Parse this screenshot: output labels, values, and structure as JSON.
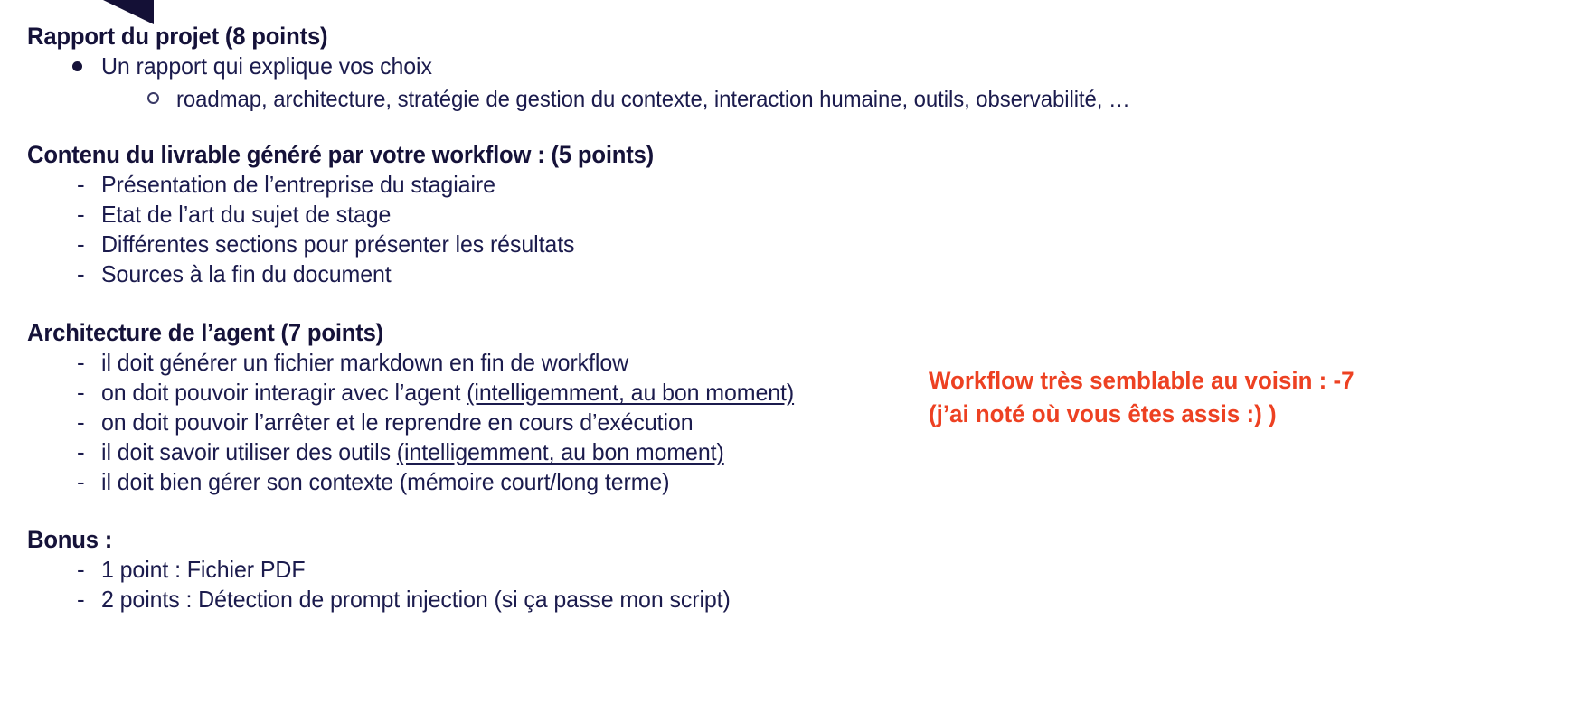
{
  "slide": {
    "background_color": "#ffffff",
    "text_color": "#151239",
    "accent_color": "#ED4122",
    "decoration": {
      "shape": "corner-triangle",
      "color": "#141036"
    }
  },
  "sections": [
    {
      "heading": "Rapport du projet  (8 points)",
      "items": [
        {
          "level": 1,
          "marker": "disc",
          "text": "Un rapport qui explique vos choix"
        },
        {
          "level": 2,
          "marker": "circle",
          "text": "roadmap, architecture, stratégie de gestion du contexte, interaction humaine, outils, observabilité, …"
        }
      ]
    },
    {
      "heading": "Contenu du livrable généré par votre workflow : (5 points)",
      "items": [
        {
          "level": 1,
          "marker": "-",
          "text": "Présentation de l’entreprise du stagiaire"
        },
        {
          "level": 1,
          "marker": "-",
          "text": "Etat de l’art du sujet de stage"
        },
        {
          "level": 1,
          "marker": "-",
          "text": "Différentes sections pour présenter les résultats"
        },
        {
          "level": 1,
          "marker": "-",
          "text": "Sources à la fin du document"
        }
      ]
    },
    {
      "heading": "Architecture de l’agent (7 points)",
      "items": [
        {
          "level": 1,
          "marker": "-",
          "text": "il doit générer un fichier markdown en fin de workflow"
        },
        {
          "level": 1,
          "marker": "-",
          "text_before": "on doit pouvoir interagir avec l’agent ",
          "text_underlined": "(intelligemment, au bon moment)",
          "text_after": ""
        },
        {
          "level": 1,
          "marker": "-",
          "text": "on doit pouvoir l’arrêter et le reprendre en cours d’exécution"
        },
        {
          "level": 1,
          "marker": "-",
          "text_before": "il doit savoir utiliser des outils ",
          "text_underlined": "(intelligemment, au bon moment)",
          "text_after": ""
        },
        {
          "level": 1,
          "marker": "-",
          "text": "il doit bien gérer son contexte (mémoire court/long terme)"
        }
      ]
    },
    {
      "heading": "Bonus :",
      "items": [
        {
          "level": 1,
          "marker": "-",
          "text": "1 point : Fichier PDF"
        },
        {
          "level": 1,
          "marker": "-",
          "text": "2 points : Détection de prompt injection (si ça passe mon script)"
        }
      ]
    }
  ],
  "annotation": {
    "line1": "Workflow très semblable au voisin : -7",
    "line2": "(j’ai noté où vous êtes assis :) )"
  }
}
